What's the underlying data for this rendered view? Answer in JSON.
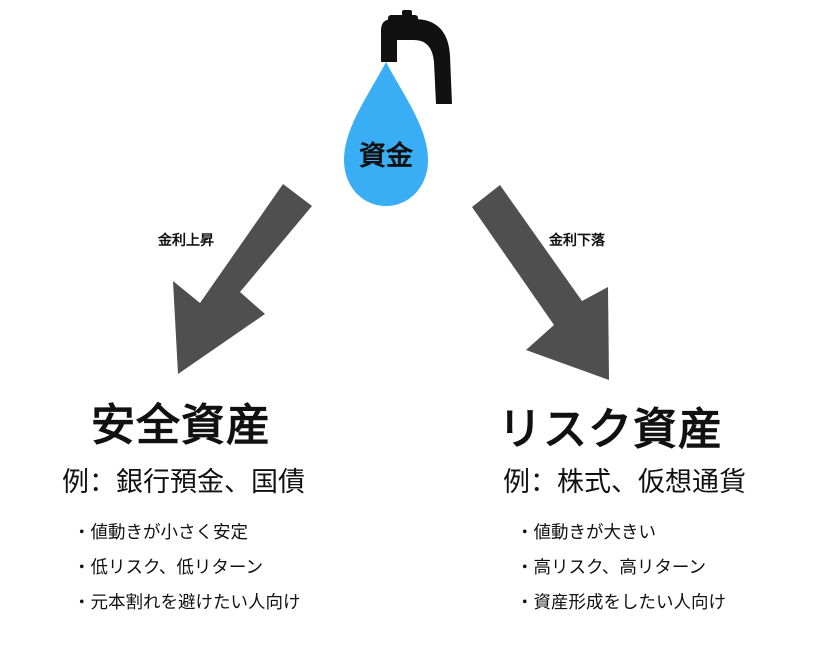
{
  "source": {
    "drop_label": "資金",
    "drop_color": "#3aaef5",
    "faucet_color": "#111111"
  },
  "arrows": {
    "color": "#4f4f4f",
    "left_label": "金利上昇",
    "right_label": "金利下落"
  },
  "safe": {
    "title": "安全資産",
    "example": "例：銀行預金、国債",
    "points": [
      "値動きが小さく安定",
      "低リスク、低リターン",
      "元本割れを避けたい人向け"
    ]
  },
  "risk": {
    "title": "リスク資産",
    "example": "例：株式、仮想通貨",
    "points": [
      "値動きが大きい",
      "高リスク、高リターン",
      "資産形成をしたい人向け"
    ]
  }
}
